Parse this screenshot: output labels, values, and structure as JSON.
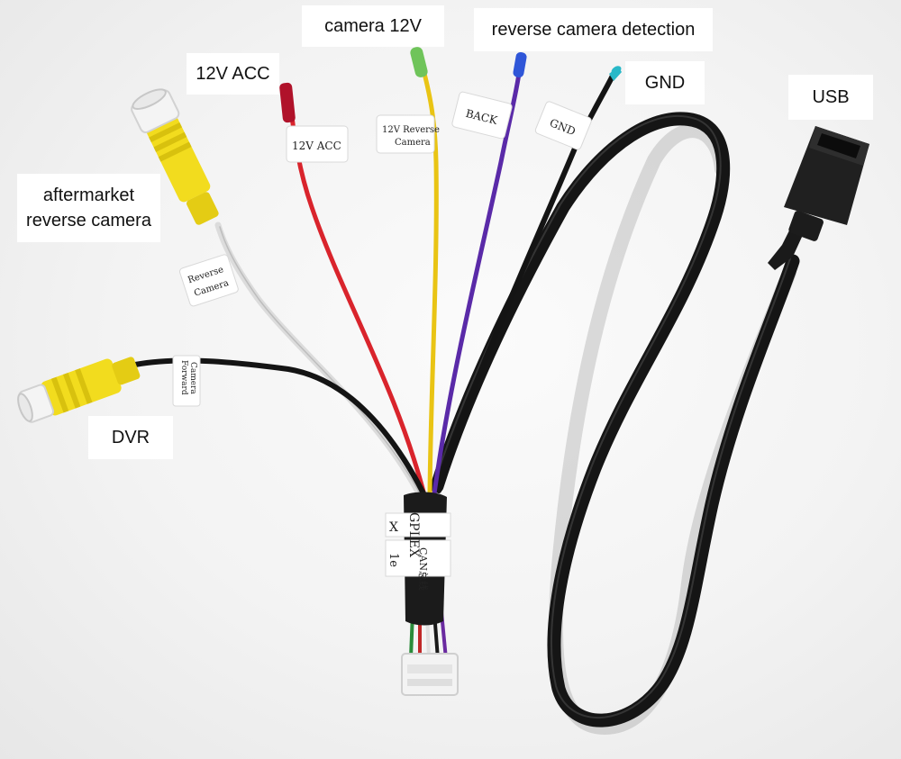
{
  "callouts": {
    "camera_12v": "camera 12V",
    "reverse_camera_detection": "reverse camera detection",
    "acc_12v": "12V ACC",
    "gnd": "GND",
    "usb": "USB",
    "aftermarket_line1": "aftermarket",
    "aftermarket_line2": "reverse camera",
    "dvr": "DVR"
  },
  "wire_tags": {
    "acc": "12V ACC",
    "reverse_cam_line1": "12V Reverse",
    "reverse_cam_line2": "Camera",
    "back": "BACK",
    "gnd": "GND",
    "reverse_line1": "Reverse",
    "reverse_line2": "Camera",
    "forward_line1": "Forward",
    "forward_line2": "Camera",
    "sleeve_top": "GPLEX",
    "sleeve_mid": "CAN总线",
    "sleeve_left": "X",
    "sleeve_left2": "1e"
  },
  "colors": {
    "red_wire": "#d9242c",
    "yellow_wire": "#e9c414",
    "purple_wire": "#5a2aa8",
    "black_wire": "#141414",
    "white_wire": "#dedede",
    "rca_yellow": "#f2dc1e",
    "green_tip": "#6fc45a",
    "blue_tip": "#2f56d8",
    "cyan_tip": "#28b8c8"
  }
}
